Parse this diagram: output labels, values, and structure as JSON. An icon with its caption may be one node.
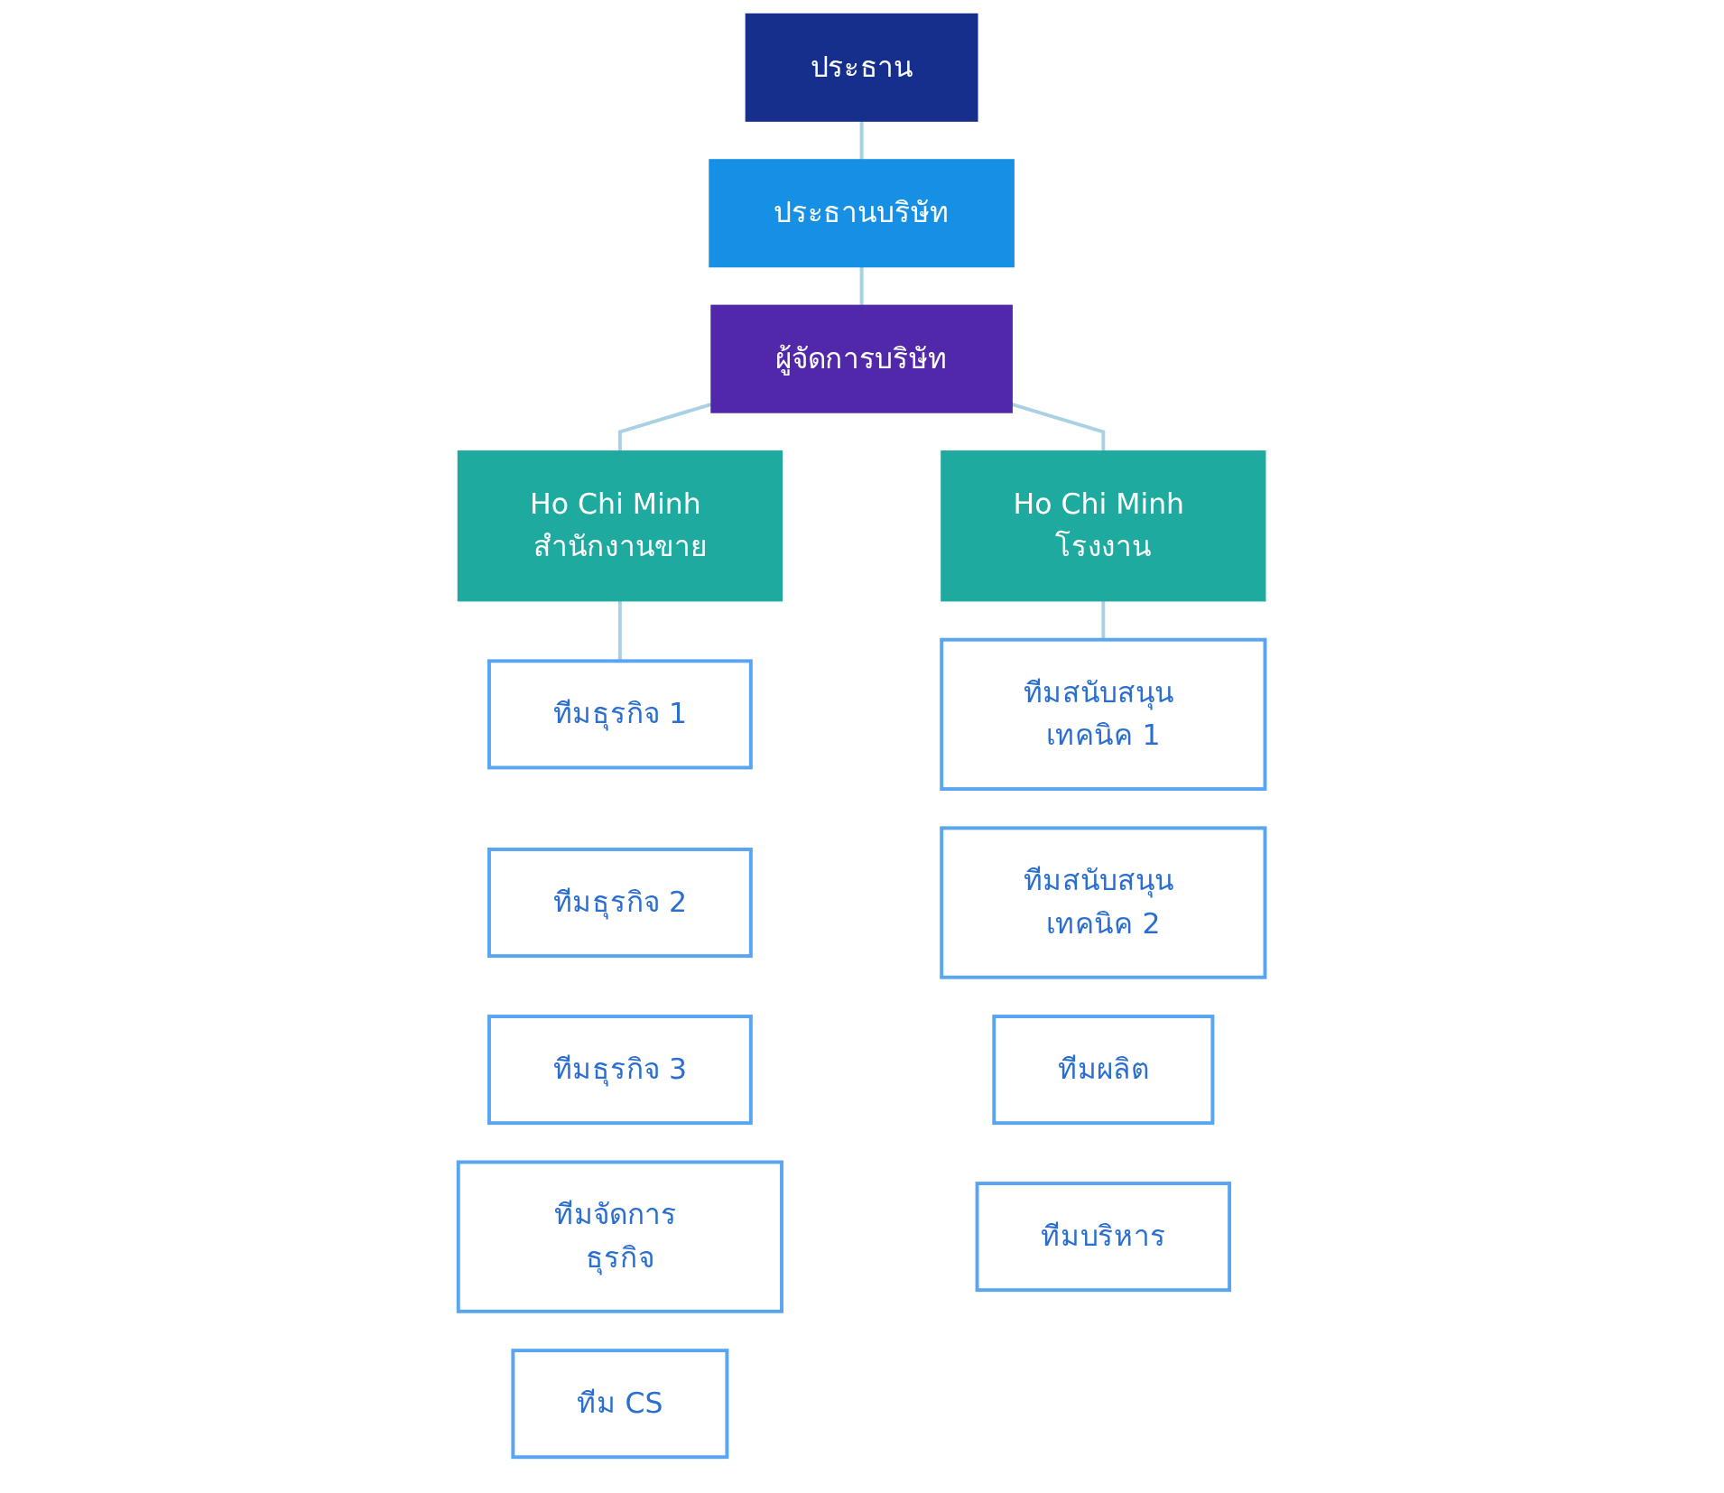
{
  "diagram": {
    "nodes": [
      {
        "text": [
          "ประธาน"
        ]
      },
      {
        "text": [
          "ประธานบริษัท"
        ]
      },
      {
        "text": [
          "ผู้จัดการบริษัท"
        ]
      },
      {
        "text": [
          "Ho Chi Minh สำนักงานขาย"
        ]
      },
      {
        "text": [
          "Ho Chi Minh โรงงาน"
        ]
      },
      {
        "text": [
          "ทีมธุรกิจ 1"
        ]
      },
      {
        "text": [
          "ทีมธุรกิจ 2"
        ]
      },
      {
        "text": [
          "ทีมธุรกิจ 3"
        ]
      },
      {
        "text": [
          "ทีมจัดการ ธุรกิจ"
        ]
      },
      {
        "text": [
          "ทีม CS"
        ]
      },
      {
        "text": [
          "ทีมสนับสนุน เทคนิค 1"
        ]
      },
      {
        "text": [
          "ทีมสนับสนุน เทคนิค 2"
        ]
      },
      {
        "text": [
          "ทีมผลิต"
        ]
      },
      {
        "text": [
          "ทีมบริหาร"
        ]
      }
    ],
    "edges": [
      {
        "from": 0,
        "to": 1,
        "arrow": "none"
      },
      {
        "from": 1,
        "to": 2,
        "arrow": "none"
      },
      {
        "from": 2,
        "to": 3,
        "arrow": "none"
      },
      {
        "from": 2,
        "to": 4,
        "arrow": "none"
      },
      {
        "from": 3,
        "to": 5,
        "arrow": "none"
      },
      {
        "from": 4,
        "to": 10,
        "arrow": "none"
      }
    ]
  }
}
